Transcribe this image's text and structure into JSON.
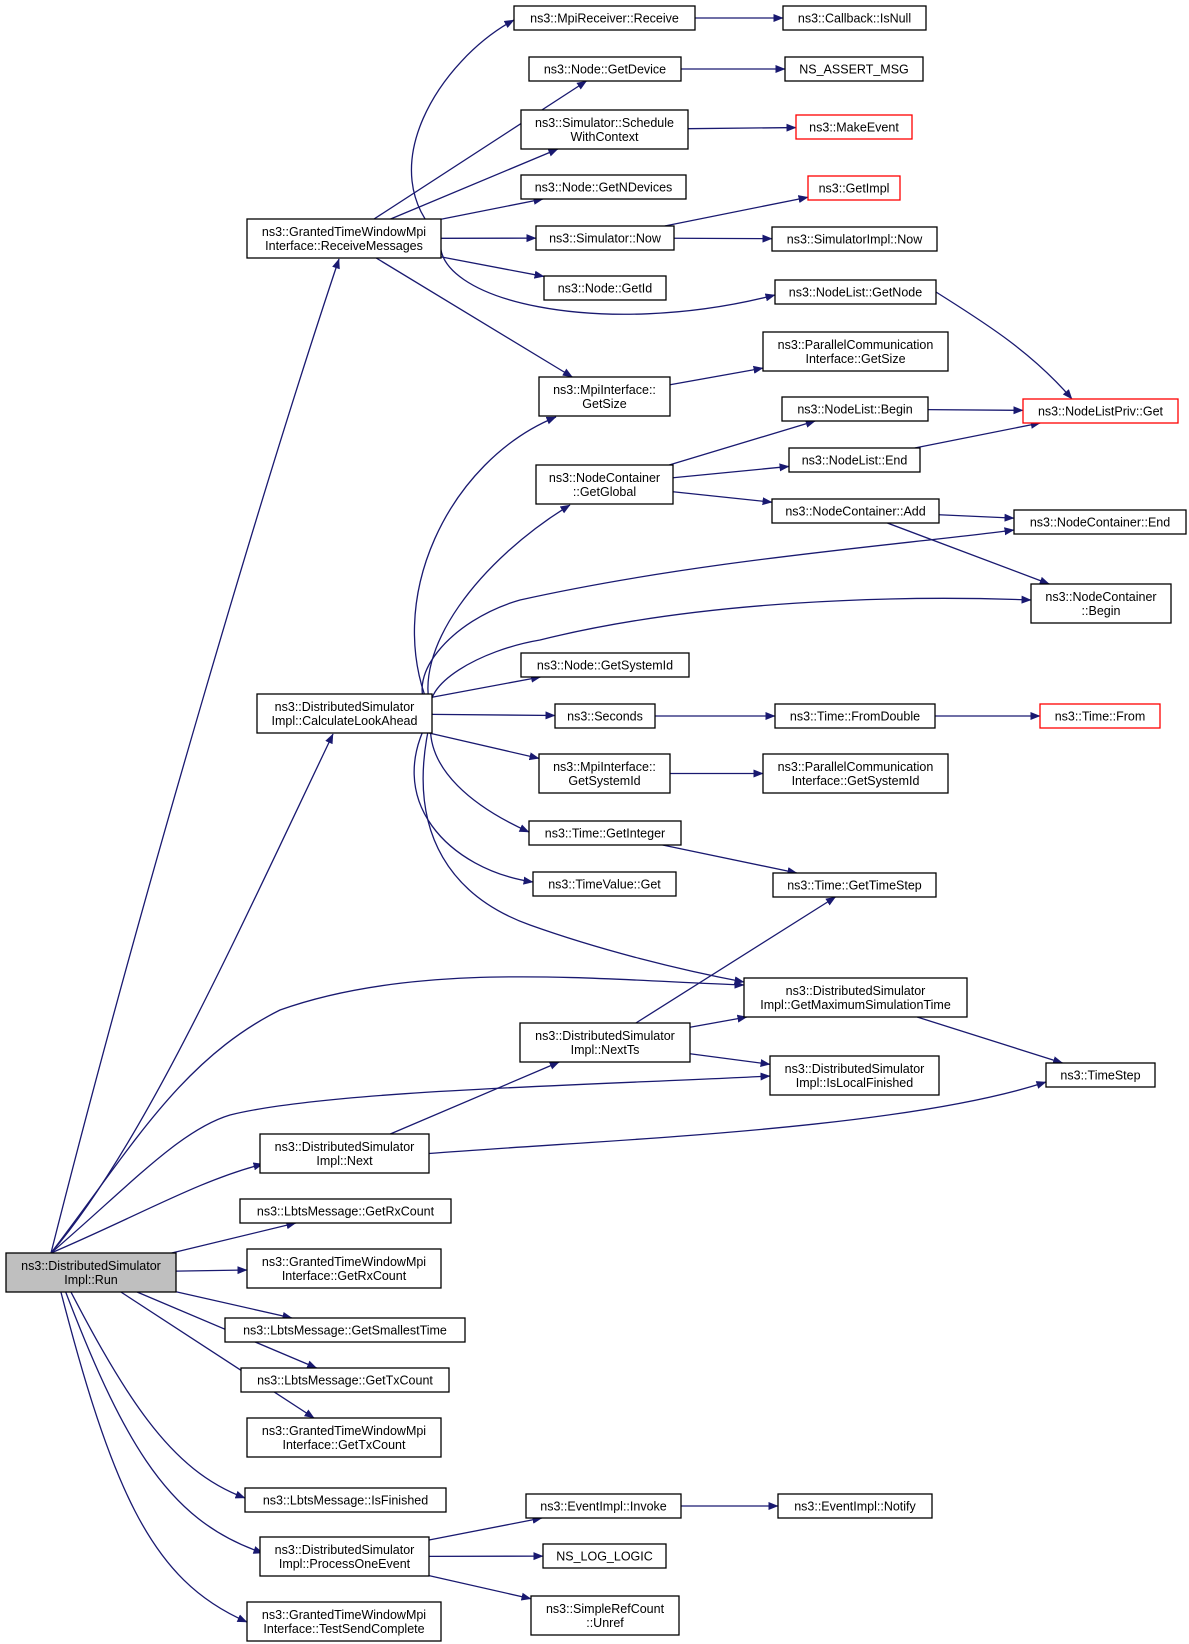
{
  "colors": {
    "edge": "#191970",
    "node_border": "#000000",
    "node_border_incomplete": "#ff0000",
    "root_fill": "#bfbfbf",
    "node_fill": "#ffffff"
  },
  "nodes": [
    {
      "id": "run",
      "lines": [
        "ns3::DistributedSimulator",
        "Impl::Run"
      ],
      "root": true
    },
    {
      "id": "receiveMessages",
      "lines": [
        "ns3::GrantedTimeWindowMpi",
        "Interface::ReceiveMessages"
      ]
    },
    {
      "id": "calculateLookAhead",
      "lines": [
        "ns3::DistributedSimulator",
        "Impl::CalculateLookAhead"
      ]
    },
    {
      "id": "next",
      "lines": [
        "ns3::DistributedSimulator",
        "Impl::Next"
      ]
    },
    {
      "id": "lbtsGetRxCount",
      "lines": [
        "ns3::LbtsMessage::GetRxCount"
      ]
    },
    {
      "id": "gtwGetRxCount",
      "lines": [
        "ns3::GrantedTimeWindowMpi",
        "Interface::GetRxCount"
      ]
    },
    {
      "id": "lbtsGetSmallestTime",
      "lines": [
        "ns3::LbtsMessage::GetSmallestTime"
      ]
    },
    {
      "id": "lbtsGetTxCount",
      "lines": [
        "ns3::LbtsMessage::GetTxCount"
      ]
    },
    {
      "id": "gtwGetTxCount",
      "lines": [
        "ns3::GrantedTimeWindowMpi",
        "Interface::GetTxCount"
      ]
    },
    {
      "id": "lbtsIsFinished",
      "lines": [
        "ns3::LbtsMessage::IsFinished"
      ]
    },
    {
      "id": "processOneEvent",
      "lines": [
        "ns3::DistributedSimulator",
        "Impl::ProcessOneEvent"
      ]
    },
    {
      "id": "testSendComplete",
      "lines": [
        "ns3::GrantedTimeWindowMpi",
        "Interface::TestSendComplete"
      ]
    },
    {
      "id": "mpiReceive",
      "lines": [
        "ns3::MpiReceiver::Receive"
      ]
    },
    {
      "id": "nodeGetDevice",
      "lines": [
        "ns3::Node::GetDevice"
      ]
    },
    {
      "id": "scheduleWithContext",
      "lines": [
        "ns3::Simulator::Schedule",
        "WithContext"
      ]
    },
    {
      "id": "nodeGetNDevices",
      "lines": [
        "ns3::Node::GetNDevices"
      ]
    },
    {
      "id": "simulatorNow",
      "lines": [
        "ns3::Simulator::Now"
      ]
    },
    {
      "id": "nodeGetId",
      "lines": [
        "ns3::Node::GetId"
      ]
    },
    {
      "id": "mpiGetSize",
      "lines": [
        "ns3::MpiInterface::",
        "GetSize"
      ]
    },
    {
      "id": "nodeContainerGetGlobal",
      "lines": [
        "ns3::NodeContainer",
        "::GetGlobal"
      ]
    },
    {
      "id": "nodeGetSystemId",
      "lines": [
        "ns3::Node::GetSystemId"
      ]
    },
    {
      "id": "seconds",
      "lines": [
        "ns3::Seconds"
      ]
    },
    {
      "id": "mpiGetSystemId",
      "lines": [
        "ns3::MpiInterface::",
        "GetSystemId"
      ]
    },
    {
      "id": "timeGetInteger",
      "lines": [
        "ns3::Time::GetInteger"
      ]
    },
    {
      "id": "timeValueGet",
      "lines": [
        "ns3::TimeValue::Get"
      ]
    },
    {
      "id": "nextTs",
      "lines": [
        "ns3::DistributedSimulator",
        "Impl::NextTs"
      ]
    },
    {
      "id": "eventInvoke",
      "lines": [
        "ns3::EventImpl::Invoke"
      ]
    },
    {
      "id": "nsLogLogic",
      "lines": [
        "NS_LOG_LOGIC"
      ]
    },
    {
      "id": "simpleRefCountUnref",
      "lines": [
        "ns3::SimpleRefCount",
        "::Unref"
      ]
    },
    {
      "id": "callbackIsNull",
      "lines": [
        "ns3::Callback::IsNull"
      ]
    },
    {
      "id": "nsAssertMsg",
      "lines": [
        "NS_ASSERT_MSG"
      ]
    },
    {
      "id": "makeEvent",
      "lines": [
        "ns3::MakeEvent"
      ],
      "incomplete": true
    },
    {
      "id": "getImpl",
      "lines": [
        "ns3::GetImpl"
      ],
      "incomplete": true
    },
    {
      "id": "simulatorImplNow",
      "lines": [
        "ns3::SimulatorImpl::Now"
      ]
    },
    {
      "id": "nodeListGetNode",
      "lines": [
        "ns3::NodeList::GetNode"
      ]
    },
    {
      "id": "parallelCommGetSize",
      "lines": [
        "ns3::ParallelCommunication",
        "Interface::GetSize"
      ]
    },
    {
      "id": "nodeListBegin",
      "lines": [
        "ns3::NodeList::Begin"
      ]
    },
    {
      "id": "nodeListEnd",
      "lines": [
        "ns3::NodeList::End"
      ]
    },
    {
      "id": "nodeContainerAdd",
      "lines": [
        "ns3::NodeContainer::Add"
      ]
    },
    {
      "id": "timeFromDouble",
      "lines": [
        "ns3::Time::FromDouble"
      ]
    },
    {
      "id": "parallelCommGetSystemId",
      "lines": [
        "ns3::ParallelCommunication",
        "Interface::GetSystemId"
      ]
    },
    {
      "id": "timeGetTimeStep",
      "lines": [
        "ns3::Time::GetTimeStep"
      ]
    },
    {
      "id": "getMaximumSimulationTime",
      "lines": [
        "ns3::DistributedSimulator",
        "Impl::GetMaximumSimulationTime"
      ]
    },
    {
      "id": "isLocalFinished",
      "lines": [
        "ns3::DistributedSimulator",
        "Impl::IsLocalFinished"
      ]
    },
    {
      "id": "eventNotify",
      "lines": [
        "ns3::EventImpl::Notify"
      ]
    },
    {
      "id": "nodeListPrivGet",
      "lines": [
        "ns3::NodeListPriv::Get"
      ],
      "incomplete": true
    },
    {
      "id": "nodeContainerEnd",
      "lines": [
        "ns3::NodeContainer::End"
      ]
    },
    {
      "id": "nodeContainerBegin",
      "lines": [
        "ns3::NodeContainer",
        "::Begin"
      ]
    },
    {
      "id": "timeFrom",
      "lines": [
        "ns3::Time::From"
      ],
      "incomplete": true
    },
    {
      "id": "timeStep",
      "lines": [
        "ns3::TimeStep"
      ]
    }
  ],
  "edges": [
    {
      "from": "run",
      "to": "receiveMessages"
    },
    {
      "from": "run",
      "to": "calculateLookAhead"
    },
    {
      "from": "run",
      "to": "getMaximumSimulationTime"
    },
    {
      "from": "run",
      "to": "isLocalFinished"
    },
    {
      "from": "run",
      "to": "next"
    },
    {
      "from": "run",
      "to": "lbtsGetRxCount"
    },
    {
      "from": "run",
      "to": "gtwGetRxCount"
    },
    {
      "from": "run",
      "to": "lbtsGetSmallestTime"
    },
    {
      "from": "run",
      "to": "lbtsGetTxCount"
    },
    {
      "from": "run",
      "to": "gtwGetTxCount"
    },
    {
      "from": "run",
      "to": "lbtsIsFinished"
    },
    {
      "from": "run",
      "to": "processOneEvent"
    },
    {
      "from": "run",
      "to": "testSendComplete"
    },
    {
      "from": "receiveMessages",
      "to": "mpiReceive"
    },
    {
      "from": "receiveMessages",
      "to": "nodeGetDevice"
    },
    {
      "from": "receiveMessages",
      "to": "scheduleWithContext"
    },
    {
      "from": "receiveMessages",
      "to": "nodeGetNDevices"
    },
    {
      "from": "receiveMessages",
      "to": "simulatorNow"
    },
    {
      "from": "receiveMessages",
      "to": "nodeGetId"
    },
    {
      "from": "receiveMessages",
      "to": "nodeListGetNode"
    },
    {
      "from": "receiveMessages",
      "to": "mpiGetSize"
    },
    {
      "from": "mpiReceive",
      "to": "callbackIsNull"
    },
    {
      "from": "nodeGetDevice",
      "to": "nsAssertMsg"
    },
    {
      "from": "scheduleWithContext",
      "to": "makeEvent"
    },
    {
      "from": "simulatorNow",
      "to": "getImpl"
    },
    {
      "from": "simulatorNow",
      "to": "simulatorImplNow"
    },
    {
      "from": "nodeListGetNode",
      "to": "nodeListPrivGet"
    },
    {
      "from": "mpiGetSize",
      "to": "parallelCommGetSize"
    },
    {
      "from": "calculateLookAhead",
      "to": "mpiGetSize"
    },
    {
      "from": "calculateLookAhead",
      "to": "nodeContainerGetGlobal"
    },
    {
      "from": "calculateLookAhead",
      "to": "nodeContainerEnd"
    },
    {
      "from": "calculateLookAhead",
      "to": "nodeContainerBegin"
    },
    {
      "from": "calculateLookAhead",
      "to": "nodeGetSystemId"
    },
    {
      "from": "calculateLookAhead",
      "to": "seconds"
    },
    {
      "from": "calculateLookAhead",
      "to": "mpiGetSystemId"
    },
    {
      "from": "calculateLookAhead",
      "to": "timeGetInteger"
    },
    {
      "from": "calculateLookAhead",
      "to": "timeValueGet"
    },
    {
      "from": "calculateLookAhead",
      "to": "getMaximumSimulationTime"
    },
    {
      "from": "nodeContainerGetGlobal",
      "to": "nodeListBegin"
    },
    {
      "from": "nodeContainerGetGlobal",
      "to": "nodeListEnd"
    },
    {
      "from": "nodeContainerGetGlobal",
      "to": "nodeContainerAdd"
    },
    {
      "from": "nodeListBegin",
      "to": "nodeListPrivGet"
    },
    {
      "from": "nodeListEnd",
      "to": "nodeListPrivGet"
    },
    {
      "from": "nodeContainerAdd",
      "to": "nodeContainerEnd"
    },
    {
      "from": "nodeContainerAdd",
      "to": "nodeContainerBegin"
    },
    {
      "from": "seconds",
      "to": "timeFromDouble"
    },
    {
      "from": "timeFromDouble",
      "to": "timeFrom"
    },
    {
      "from": "mpiGetSystemId",
      "to": "parallelCommGetSystemId"
    },
    {
      "from": "timeGetInteger",
      "to": "timeGetTimeStep"
    },
    {
      "from": "getMaximumSimulationTime",
      "to": "timeStep"
    },
    {
      "from": "next",
      "to": "nextTs"
    },
    {
      "from": "next",
      "to": "timeStep"
    },
    {
      "from": "nextTs",
      "to": "timeGetTimeStep"
    },
    {
      "from": "nextTs",
      "to": "getMaximumSimulationTime"
    },
    {
      "from": "nextTs",
      "to": "isLocalFinished"
    },
    {
      "from": "processOneEvent",
      "to": "eventInvoke"
    },
    {
      "from": "processOneEvent",
      "to": "nsLogLogic"
    },
    {
      "from": "processOneEvent",
      "to": "simpleRefCountUnref"
    },
    {
      "from": "eventInvoke",
      "to": "eventNotify"
    }
  ]
}
